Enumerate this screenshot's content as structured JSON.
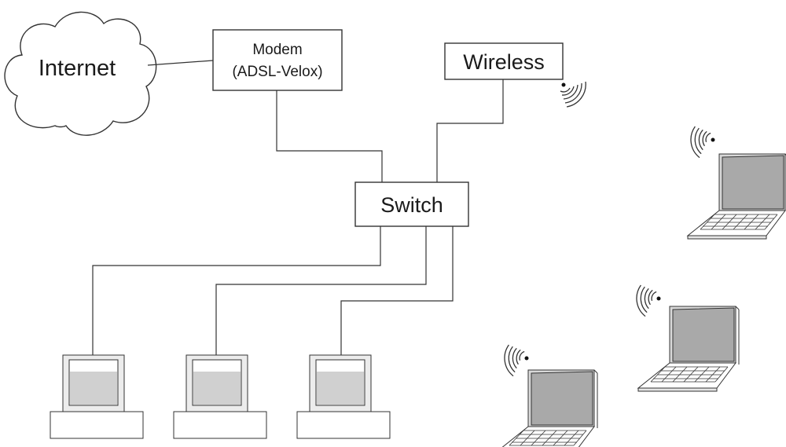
{
  "nodes": {
    "internet": "Internet",
    "modem_line1": "Modem",
    "modem_line2": "(ADSL-Velox)",
    "wireless": "Wireless",
    "switch": "Switch"
  },
  "icons": {
    "cloud": "cloud-icon",
    "desktop": "desktop-computer-icon",
    "laptop": "laptop-icon",
    "wifi": "wifi-signal-icon"
  },
  "colors": {
    "line": "#333333",
    "screen_fill": "#a8a8a8",
    "monitor_fill": "#d4d4d4"
  }
}
